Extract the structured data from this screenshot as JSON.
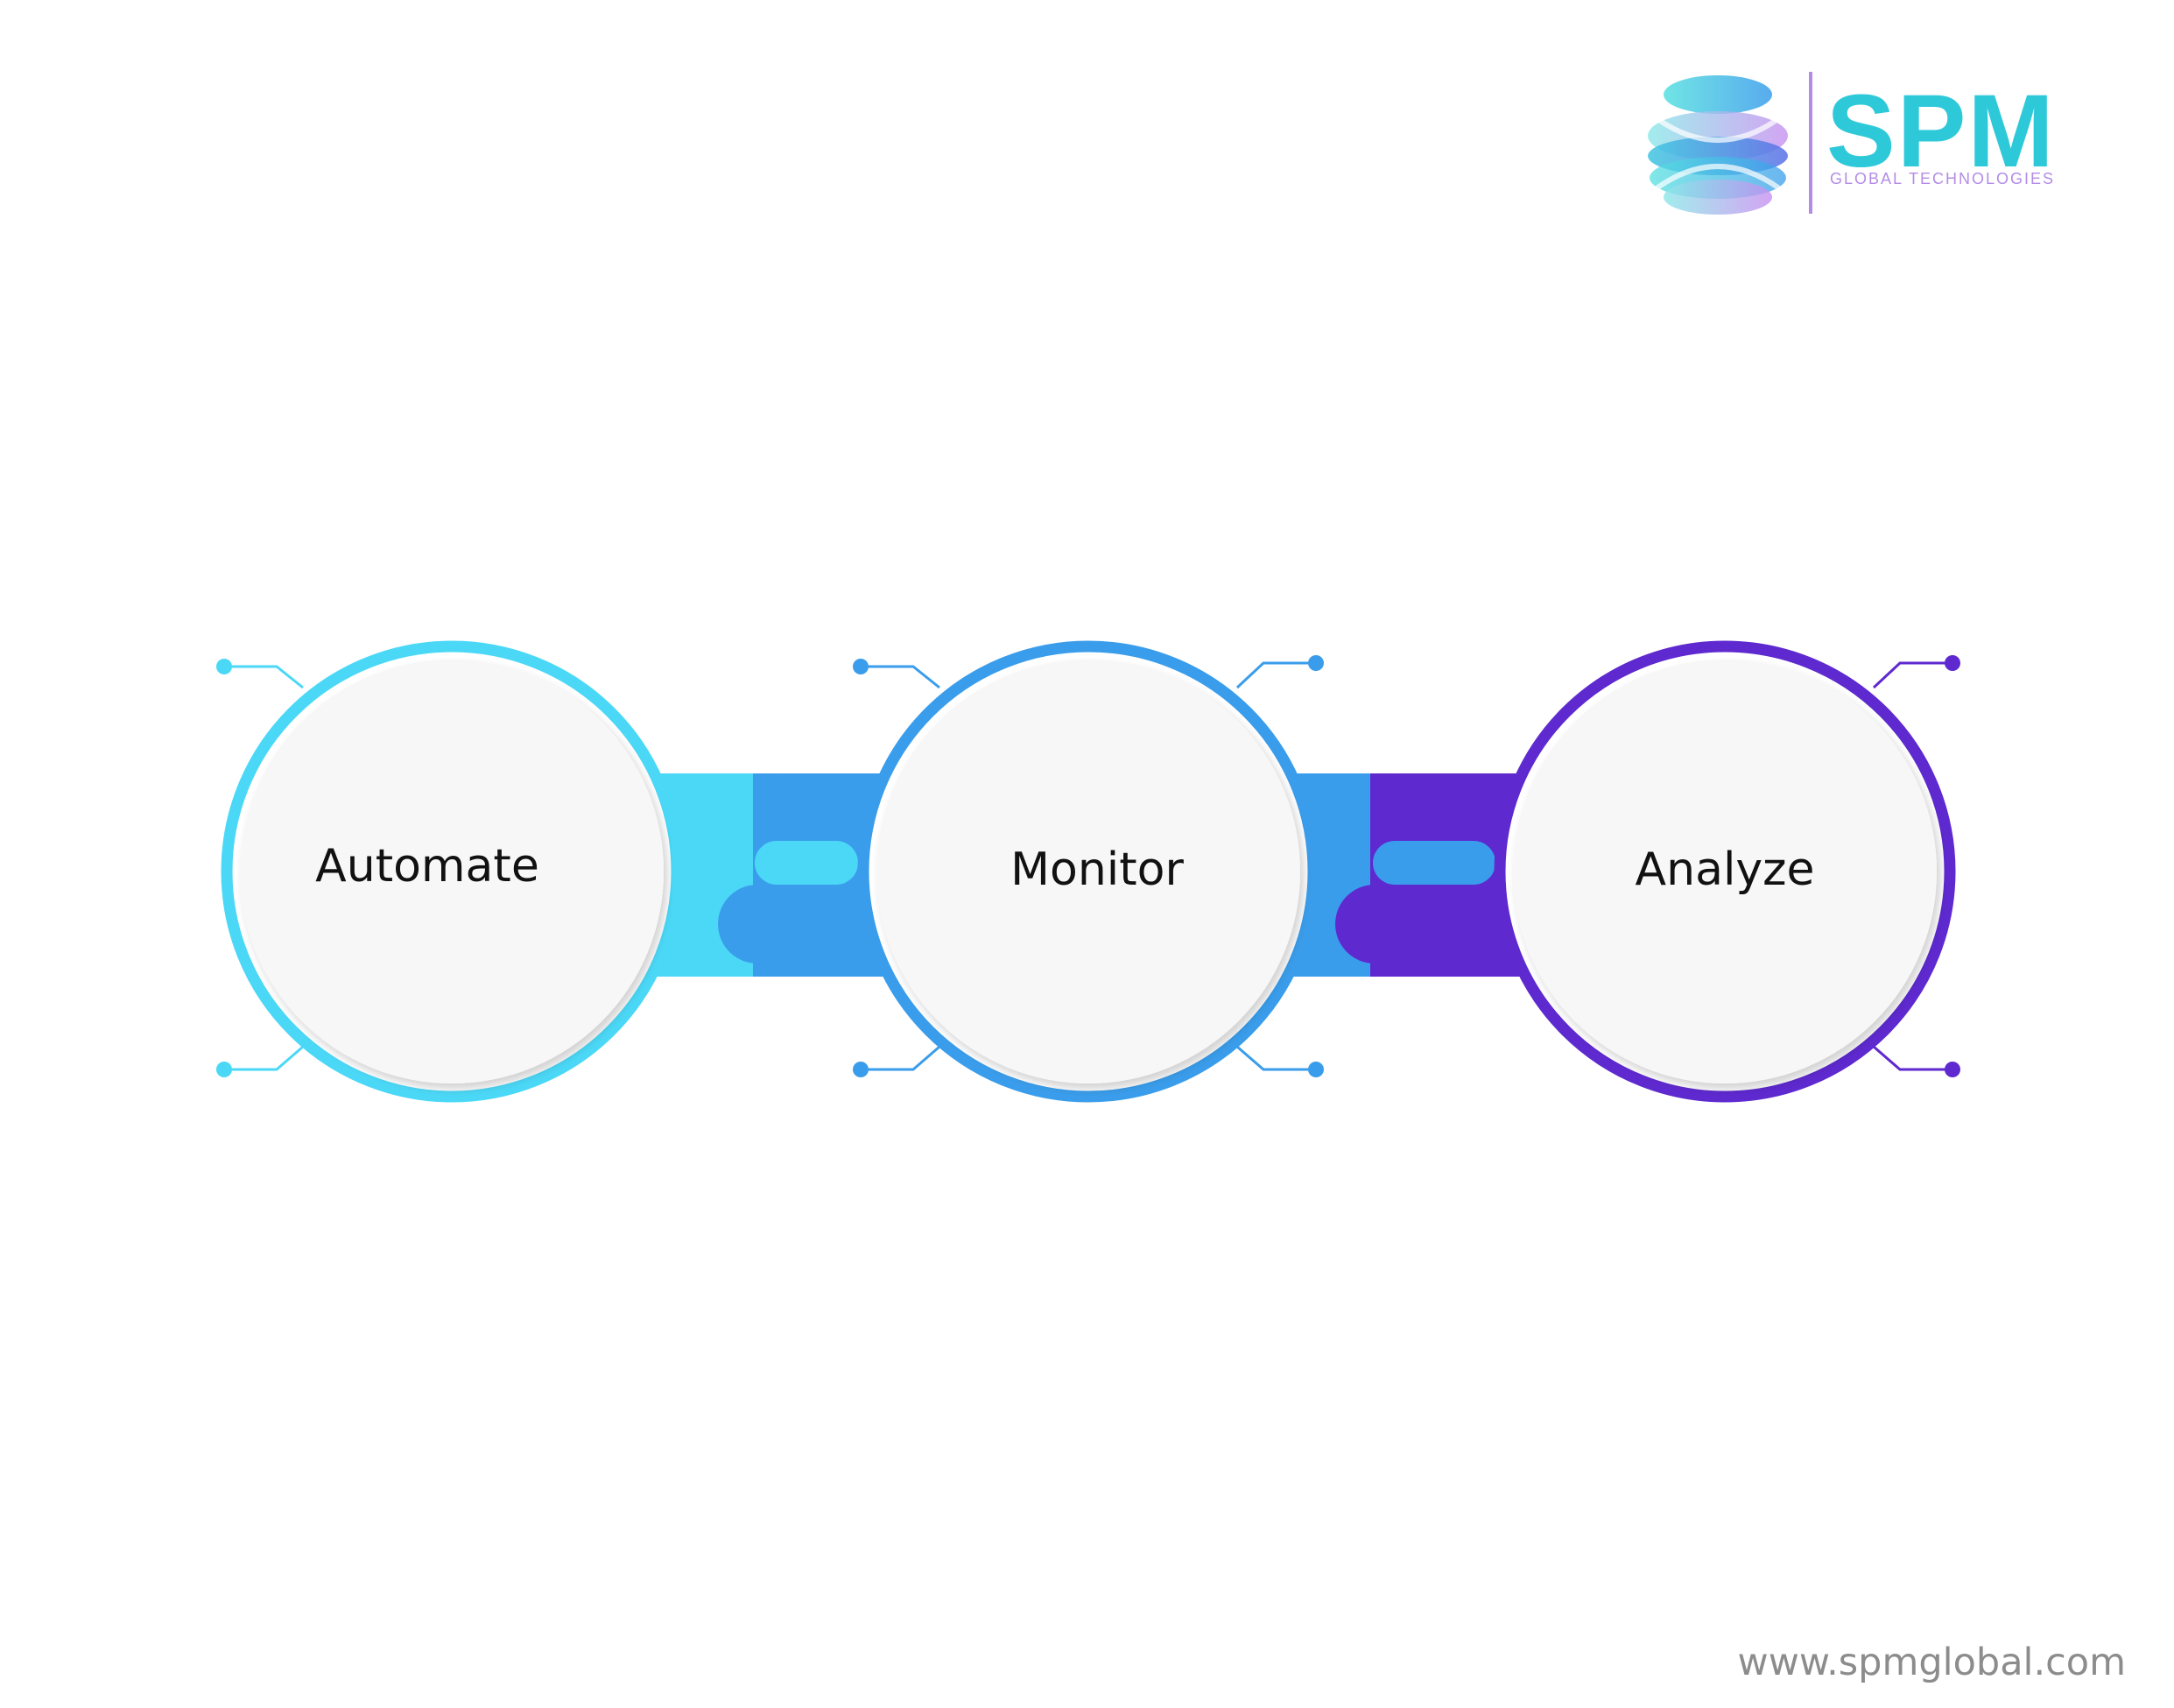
{
  "brand": {
    "name": "SPM",
    "tagline": "GLOBAL TECHNOLOGIES",
    "colors": {
      "primary": "#2ec9d9",
      "accent": "#b48ce6"
    }
  },
  "steps": [
    {
      "label": "Automate",
      "color": "#4bd8f7"
    },
    {
      "label": "Monitor",
      "color": "#3a9deb"
    },
    {
      "label": "Analyze",
      "color": "#5e29cf"
    }
  ],
  "footer": {
    "url": "www.spmglobal.com"
  }
}
